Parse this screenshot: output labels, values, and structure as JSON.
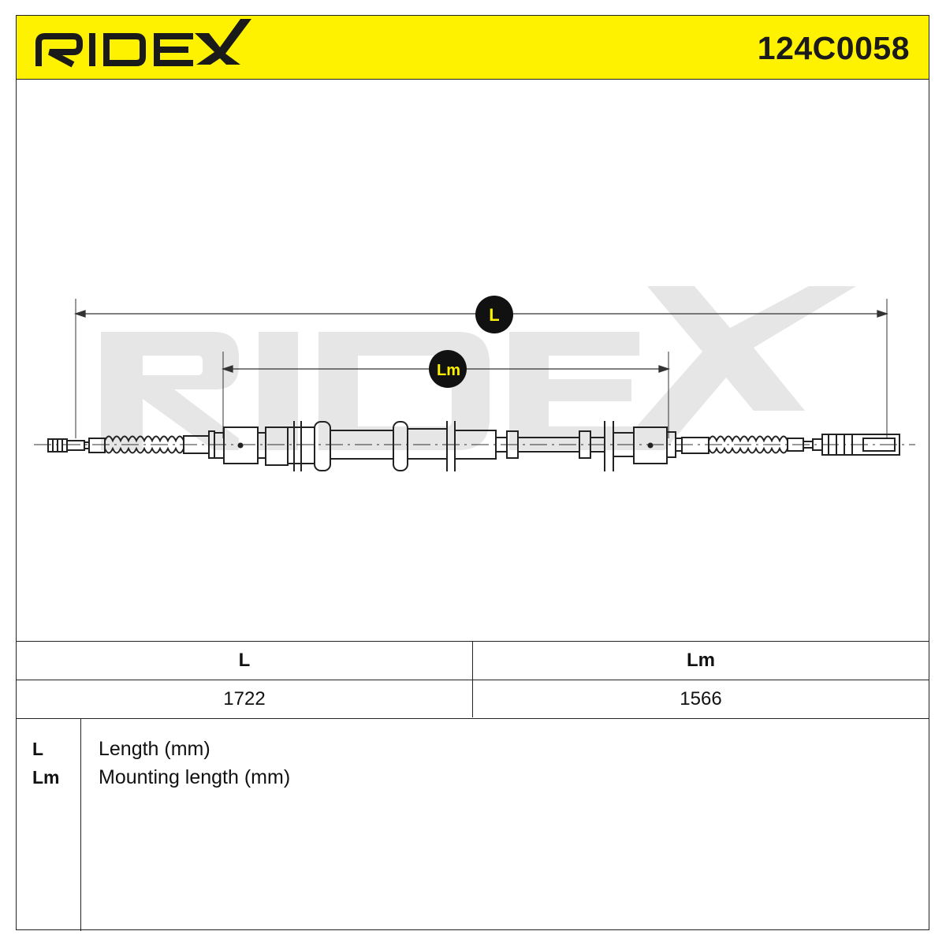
{
  "header": {
    "brand": "RIDEX",
    "part_number": "124C0058",
    "brand_color": "#fff200"
  },
  "drawing": {
    "dimension_badges": [
      "L",
      "Lm"
    ],
    "watermark": "RIDEX"
  },
  "dimensions_table": {
    "headers": [
      "L",
      "Lm"
    ],
    "values": [
      "1722",
      "1566"
    ]
  },
  "legend": {
    "items": [
      {
        "symbol": "L",
        "description": "Length (mm)"
      },
      {
        "symbol": "Lm",
        "description": "Mounting length (mm)"
      }
    ]
  },
  "colors": {
    "highlight": "#fff200",
    "line": "#222222",
    "watermark": "#e6e6e6"
  }
}
